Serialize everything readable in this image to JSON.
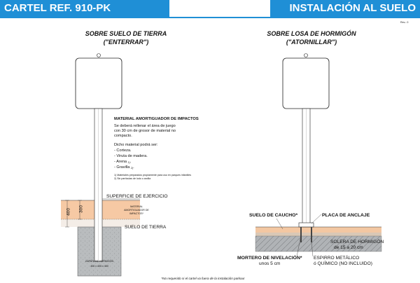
{
  "header": {
    "title": "CARTEL REF. 910-PK",
    "section": "INSTALACIÓN AL SUELO",
    "rev": "Rev.- 0"
  },
  "left": {
    "title_1": "SOBRE SUELO DE TIERRA",
    "title_2": "(\"ENTERRAR\")",
    "impact": {
      "heading": "MATERIAL AMORTIGUADOR DE IMPACTOS",
      "line_1": "Se deberá rellenar el área de juego",
      "line_2": "con 30 cm de grosor de material no",
      "line_3": "compacto.",
      "line_4": "Dicho material podrá ser:",
      "item_1": "-  Corteza.",
      "item_2": "-  Viruta de madera.",
      "item_3": "-  Arena",
      "item_3_sup": "1)",
      "item_3_end": ".",
      "item_4": "-  Gravilla",
      "item_4_sup": "2)",
      "item_4_end": ".",
      "foot_1": "1) Materiales preparados propiamente para uso en parques infantiles",
      "foot_2": "2) Sin partículas de lodo o arcilla"
    },
    "surface": "SUPERFICIE DE EJERCICIO",
    "material_1": "MATERIAL",
    "material_2": "AMORTIGUADOR DE",
    "material_3": "IMPACTOS*",
    "ground": "SUELO DE TIERRA",
    "dim_outer": "400",
    "dim_inner": "300",
    "footing_1": "ZAPATA DE HORMIGÓN",
    "footing_2": "400 x 400 x 400"
  },
  "right": {
    "title_1": "SOBRE LOSA DE HORMIGÓN",
    "title_2": "(\"ATORNILLAR\")",
    "rubber": "SUELO DE CAUCHO*",
    "plate": "PLACA DE ANCLAJE",
    "slab_1": "SOLERA DE HORMIGÓN",
    "slab_2": "de 15 a 20 cm",
    "mortar_1": "MORTERO DE NIVELACIÓN*",
    "mortar_2": "unos 5 cm",
    "anchor_1": "ESPIRRO METÁLICO",
    "anchor_2": "ó QUÍMICO (NO INCLUIDO)"
  },
  "footnote": "*No requerido si el cartel va fuera de la instalación parkour",
  "colors": {
    "header_blue": "#1f8fd6",
    "impact_material": "#f6c9a4",
    "ground": "#f4ede7",
    "concrete": "#b9bcbe",
    "rubber": "#f3c7a2"
  }
}
